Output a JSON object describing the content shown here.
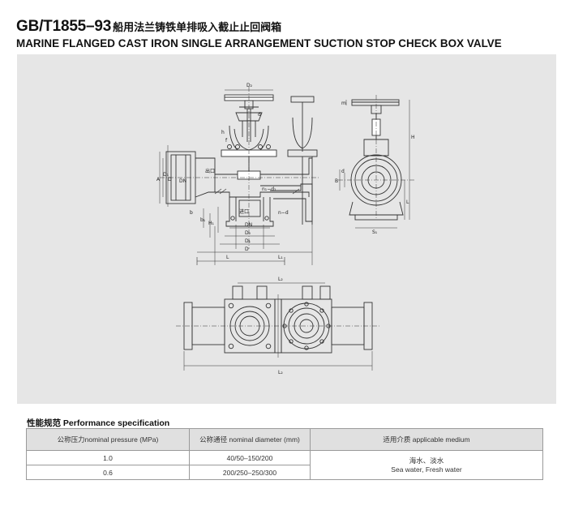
{
  "title": {
    "code": "GB/T1855–93",
    "chinese": "船用法兰铸铁单排吸入截止止回阀箱"
  },
  "subtitle": "MARINE FLANGED CAST IRON SINGLE ARRANGEMENT SUCTION STOP CHECK BOX VALVE",
  "drawing": {
    "dims_front": [
      "D₂",
      "d",
      "A",
      "D₁",
      "D",
      "DN",
      "DN",
      "D₀",
      "D₁",
      "D",
      "L",
      "L₁",
      "b",
      "f",
      "n−d",
      "b₁",
      "n₁−d₁",
      "H₁",
      "h"
    ],
    "dims_side": [
      "m",
      "H",
      "B",
      "d",
      "L",
      "S₁"
    ],
    "dims_plan": [
      "L₂",
      "L₂"
    ],
    "callouts": [
      "出口",
      "进口"
    ]
  },
  "spec": {
    "title_zh": "性能规范",
    "title_en": "Performance specification",
    "headers": [
      "公称压力nominal pressure (MPa)",
      "公称通径 nominal diameter (mm)",
      "适用介质 applicable medium"
    ],
    "rows": [
      [
        "1.0",
        "40/50–150/200"
      ],
      [
        "0.6",
        "200/250–250/300"
      ]
    ],
    "medium_zh": "海水、淡水",
    "medium_en": "Sea water, Fresh water"
  }
}
